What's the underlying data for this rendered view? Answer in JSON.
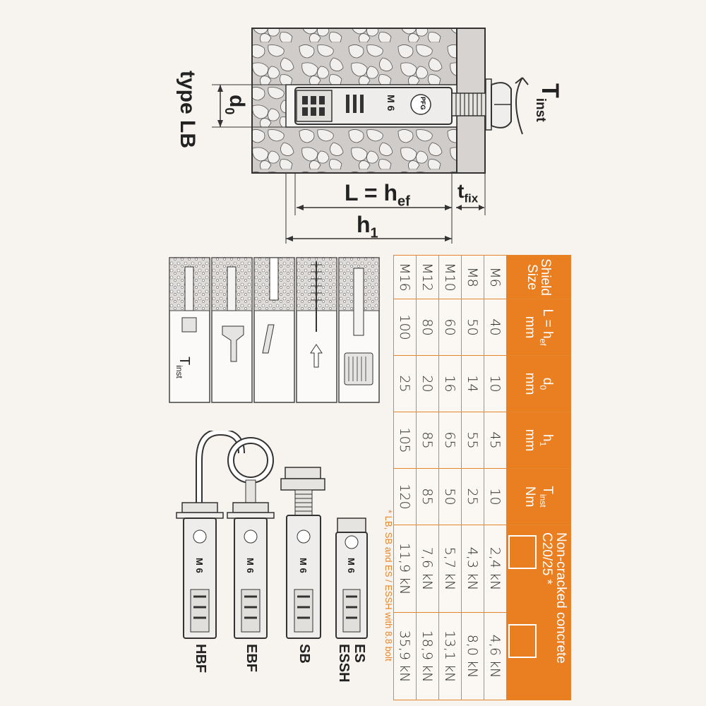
{
  "diagram": {
    "type_label": "type LB",
    "dim_d0": "d",
    "dim_d0_sub": "0",
    "dim_L": "L = h",
    "dim_L_sub": "ef",
    "dim_tfix": "t",
    "dim_tfix_sub": "fix",
    "dim_h1": "h",
    "dim_h1_sub": "1",
    "torque": "T",
    "torque_sub": "inst",
    "anchor_mark": "M 6",
    "logo": "PFG"
  },
  "steps": {
    "step1_torque": "T",
    "step1_torque_sub": "inst"
  },
  "table": {
    "headers": {
      "size": "Shield Size",
      "L": "L = h",
      "L_sub": "ef",
      "L_unit": "mm",
      "d0": "d",
      "d0_sub": "0",
      "d0_unit": "mm",
      "h1": "h",
      "h1_sub": "1",
      "h1_unit": "mm",
      "tinst": "T",
      "tinst_sub": "inst",
      "tinst_unit": "Nm",
      "load": "Non-cracked concrete C20/25 *"
    },
    "rows": [
      [
        "M6",
        "40",
        "10",
        "45",
        "10",
        "2,4 kN",
        "4,6 kN"
      ],
      [
        "M8",
        "50",
        "14",
        "55",
        "25",
        "4,3 kN",
        "8,0 kN"
      ],
      [
        "M10",
        "60",
        "16",
        "65",
        "50",
        "5,7 kN",
        "13,1 kN"
      ],
      [
        "M12",
        "80",
        "20",
        "85",
        "85",
        "7,6 kN",
        "18,9 kN"
      ],
      [
        "M16",
        "100",
        "25",
        "105",
        "120",
        "11,9 kN",
        "35,9 kN"
      ]
    ],
    "note": "* LB, SB and ES / ESSH with 8.8 bolt"
  },
  "anchors": [
    {
      "code": "HBF",
      "mark": "M 6"
    },
    {
      "code": "EBF",
      "mark": "M 6"
    },
    {
      "code": "SB",
      "mark": "M 6"
    },
    {
      "code": "ES",
      "code2": "ESSH",
      "mark": "M 6"
    }
  ],
  "colors": {
    "accent": "#ea7f22",
    "ink": "#222222",
    "concrete": "#d9d6d3"
  }
}
